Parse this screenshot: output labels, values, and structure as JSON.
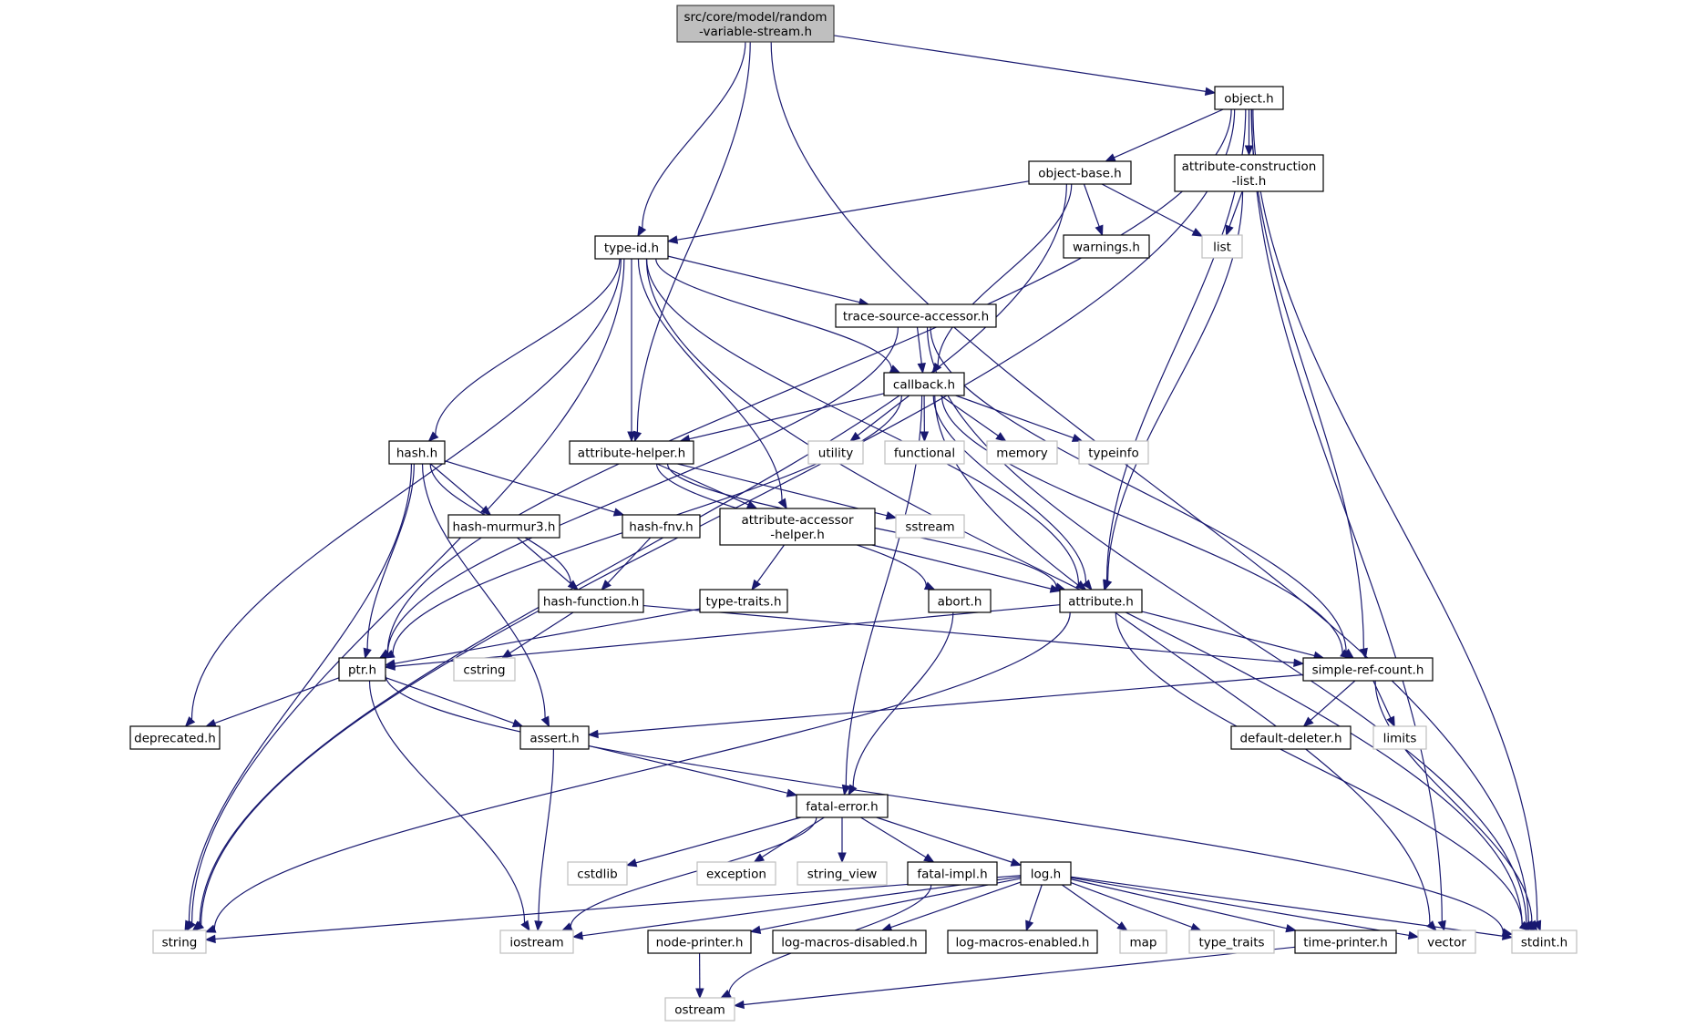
{
  "title": "Include dependency graph for src/core/model/random-variable-stream.h",
  "colors": {
    "edge": "#191970",
    "root_fill": "#bfbfbf",
    "project_border": "#000000",
    "system_border": "#bfbfbf"
  },
  "nodes": [
    {
      "id": "root",
      "label": [
        "src/core/model/random",
        "-variable-stream.h"
      ],
      "kind": "root"
    },
    {
      "id": "object",
      "label": [
        "object.h"
      ],
      "kind": "project"
    },
    {
      "id": "object-base",
      "label": [
        "object-base.h"
      ],
      "kind": "project"
    },
    {
      "id": "attr-constr",
      "label": [
        "attribute-construction",
        "-list.h"
      ],
      "kind": "project"
    },
    {
      "id": "warnings",
      "label": [
        "warnings.h"
      ],
      "kind": "project"
    },
    {
      "id": "list",
      "label": [
        "list"
      ],
      "kind": "system"
    },
    {
      "id": "type-id",
      "label": [
        "type-id.h"
      ],
      "kind": "project"
    },
    {
      "id": "trace-src",
      "label": [
        "trace-source-accessor.h"
      ],
      "kind": "project"
    },
    {
      "id": "callback",
      "label": [
        "callback.h"
      ],
      "kind": "project"
    },
    {
      "id": "hash",
      "label": [
        "hash.h"
      ],
      "kind": "project"
    },
    {
      "id": "attr-helper",
      "label": [
        "attribute-helper.h"
      ],
      "kind": "project"
    },
    {
      "id": "utility",
      "label": [
        "utility"
      ],
      "kind": "system"
    },
    {
      "id": "functional",
      "label": [
        "functional"
      ],
      "kind": "system"
    },
    {
      "id": "memory",
      "label": [
        "memory"
      ],
      "kind": "system"
    },
    {
      "id": "typeinfo",
      "label": [
        "typeinfo"
      ],
      "kind": "system"
    },
    {
      "id": "hash-murmur3",
      "label": [
        "hash-murmur3.h"
      ],
      "kind": "project"
    },
    {
      "id": "hash-fnv",
      "label": [
        "hash-fnv.h"
      ],
      "kind": "project"
    },
    {
      "id": "attr-acc-helper",
      "label": [
        "attribute-accessor",
        "-helper.h"
      ],
      "kind": "project"
    },
    {
      "id": "sstream",
      "label": [
        "sstream"
      ],
      "kind": "system"
    },
    {
      "id": "hash-function",
      "label": [
        "hash-function.h"
      ],
      "kind": "project"
    },
    {
      "id": "type-traits-h",
      "label": [
        "type-traits.h"
      ],
      "kind": "project"
    },
    {
      "id": "abort",
      "label": [
        "abort.h"
      ],
      "kind": "project"
    },
    {
      "id": "attribute",
      "label": [
        "attribute.h"
      ],
      "kind": "project"
    },
    {
      "id": "ptr",
      "label": [
        "ptr.h"
      ],
      "kind": "project"
    },
    {
      "id": "cstring",
      "label": [
        "cstring"
      ],
      "kind": "system"
    },
    {
      "id": "simple-ref-count",
      "label": [
        "simple-ref-count.h"
      ],
      "kind": "project"
    },
    {
      "id": "deprecated",
      "label": [
        "deprecated.h"
      ],
      "kind": "project"
    },
    {
      "id": "assert",
      "label": [
        "assert.h"
      ],
      "kind": "project"
    },
    {
      "id": "default-deleter",
      "label": [
        "default-deleter.h"
      ],
      "kind": "project"
    },
    {
      "id": "limits",
      "label": [
        "limits"
      ],
      "kind": "system"
    },
    {
      "id": "fatal-error",
      "label": [
        "fatal-error.h"
      ],
      "kind": "project"
    },
    {
      "id": "cstdlib",
      "label": [
        "cstdlib"
      ],
      "kind": "system"
    },
    {
      "id": "exception",
      "label": [
        "exception"
      ],
      "kind": "system"
    },
    {
      "id": "string_view",
      "label": [
        "string_view"
      ],
      "kind": "system"
    },
    {
      "id": "fatal-impl",
      "label": [
        "fatal-impl.h"
      ],
      "kind": "project"
    },
    {
      "id": "log",
      "label": [
        "log.h"
      ],
      "kind": "project"
    },
    {
      "id": "string",
      "label": [
        "string"
      ],
      "kind": "system"
    },
    {
      "id": "iostream",
      "label": [
        "iostream"
      ],
      "kind": "system"
    },
    {
      "id": "node-printer",
      "label": [
        "node-printer.h"
      ],
      "kind": "project"
    },
    {
      "id": "log-macros-disabled",
      "label": [
        "log-macros-disabled.h"
      ],
      "kind": "project"
    },
    {
      "id": "log-macros-enabled",
      "label": [
        "log-macros-enabled.h"
      ],
      "kind": "project"
    },
    {
      "id": "map",
      "label": [
        "map"
      ],
      "kind": "system"
    },
    {
      "id": "type_traits",
      "label": [
        "type_traits"
      ],
      "kind": "system"
    },
    {
      "id": "time-printer",
      "label": [
        "time-printer.h"
      ],
      "kind": "project"
    },
    {
      "id": "vector",
      "label": [
        "vector"
      ],
      "kind": "system"
    },
    {
      "id": "stdint",
      "label": [
        "stdint.h"
      ],
      "kind": "system"
    },
    {
      "id": "ostream",
      "label": [
        "ostream"
      ],
      "kind": "system"
    }
  ],
  "edges": [
    [
      "root",
      "object"
    ],
    [
      "root",
      "type-id"
    ],
    [
      "root",
      "attr-helper"
    ],
    [
      "root",
      "stdint"
    ],
    [
      "object",
      "object-base"
    ],
    [
      "object",
      "attr-constr"
    ],
    [
      "object",
      "ptr"
    ],
    [
      "object",
      "string"
    ],
    [
      "object",
      "attribute"
    ],
    [
      "object",
      "simple-ref-count"
    ],
    [
      "object",
      "vector"
    ],
    [
      "object",
      "stdint"
    ],
    [
      "object-base",
      "type-id"
    ],
    [
      "object-base",
      "warnings"
    ],
    [
      "object-base",
      "list"
    ],
    [
      "object-base",
      "callback"
    ],
    [
      "object-base",
      "string"
    ],
    [
      "attr-constr",
      "list"
    ],
    [
      "attr-constr",
      "attribute"
    ],
    [
      "type-id",
      "trace-src"
    ],
    [
      "type-id",
      "callback"
    ],
    [
      "type-id",
      "hash"
    ],
    [
      "type-id",
      "attr-helper"
    ],
    [
      "type-id",
      "attr-acc-helper"
    ],
    [
      "type-id",
      "attribute"
    ],
    [
      "type-id",
      "deprecated"
    ],
    [
      "type-id",
      "string"
    ],
    [
      "type-id",
      "stdint"
    ],
    [
      "trace-src",
      "callback"
    ],
    [
      "trace-src",
      "ptr"
    ],
    [
      "trace-src",
      "simple-ref-count"
    ],
    [
      "trace-src",
      "stdint"
    ],
    [
      "callback",
      "attr-helper"
    ],
    [
      "callback",
      "utility"
    ],
    [
      "callback",
      "functional"
    ],
    [
      "callback",
      "memory"
    ],
    [
      "callback",
      "typeinfo"
    ],
    [
      "callback",
      "ptr"
    ],
    [
      "callback",
      "attribute"
    ],
    [
      "callback",
      "fatal-error"
    ],
    [
      "callback",
      "simple-ref-count"
    ],
    [
      "callback",
      "vector"
    ],
    [
      "hash",
      "hash-murmur3"
    ],
    [
      "hash",
      "hash-fnv"
    ],
    [
      "hash",
      "hash-function"
    ],
    [
      "hash",
      "ptr"
    ],
    [
      "hash",
      "assert"
    ],
    [
      "hash",
      "string"
    ],
    [
      "attr-helper",
      "attr-acc-helper"
    ],
    [
      "attr-helper",
      "sstream"
    ],
    [
      "attr-helper",
      "abort"
    ],
    [
      "attr-helper",
      "attribute"
    ],
    [
      "hash-murmur3",
      "hash-function"
    ],
    [
      "hash-fnv",
      "hash-function"
    ],
    [
      "attr-acc-helper",
      "type-traits-h"
    ],
    [
      "attr-acc-helper",
      "attribute"
    ],
    [
      "hash-function",
      "cstring"
    ],
    [
      "hash-function",
      "simple-ref-count"
    ],
    [
      "type-traits-h",
      "ptr"
    ],
    [
      "abort",
      "fatal-error"
    ],
    [
      "attribute",
      "ptr"
    ],
    [
      "attribute",
      "simple-ref-count"
    ],
    [
      "attribute",
      "string"
    ],
    [
      "attribute",
      "stdint"
    ],
    [
      "ptr",
      "deprecated"
    ],
    [
      "ptr",
      "assert"
    ],
    [
      "ptr",
      "iostream"
    ],
    [
      "ptr",
      "stdint"
    ],
    [
      "simple-ref-count",
      "default-deleter"
    ],
    [
      "simple-ref-count",
      "limits"
    ],
    [
      "simple-ref-count",
      "assert"
    ],
    [
      "simple-ref-count",
      "stdint"
    ],
    [
      "assert",
      "fatal-error"
    ],
    [
      "assert",
      "iostream"
    ],
    [
      "fatal-error",
      "cstdlib"
    ],
    [
      "fatal-error",
      "exception"
    ],
    [
      "fatal-error",
      "string_view"
    ],
    [
      "fatal-error",
      "fatal-impl"
    ],
    [
      "fatal-error",
      "log"
    ],
    [
      "fatal-error",
      "iostream"
    ],
    [
      "fatal-impl",
      "ostream"
    ],
    [
      "log",
      "string"
    ],
    [
      "log",
      "iostream"
    ],
    [
      "log",
      "node-printer"
    ],
    [
      "log",
      "log-macros-disabled"
    ],
    [
      "log",
      "log-macros-enabled"
    ],
    [
      "log",
      "map"
    ],
    [
      "log",
      "type_traits"
    ],
    [
      "log",
      "time-printer"
    ],
    [
      "log",
      "vector"
    ],
    [
      "log",
      "stdint"
    ],
    [
      "node-printer",
      "ostream"
    ],
    [
      "time-printer",
      "ostream"
    ]
  ]
}
